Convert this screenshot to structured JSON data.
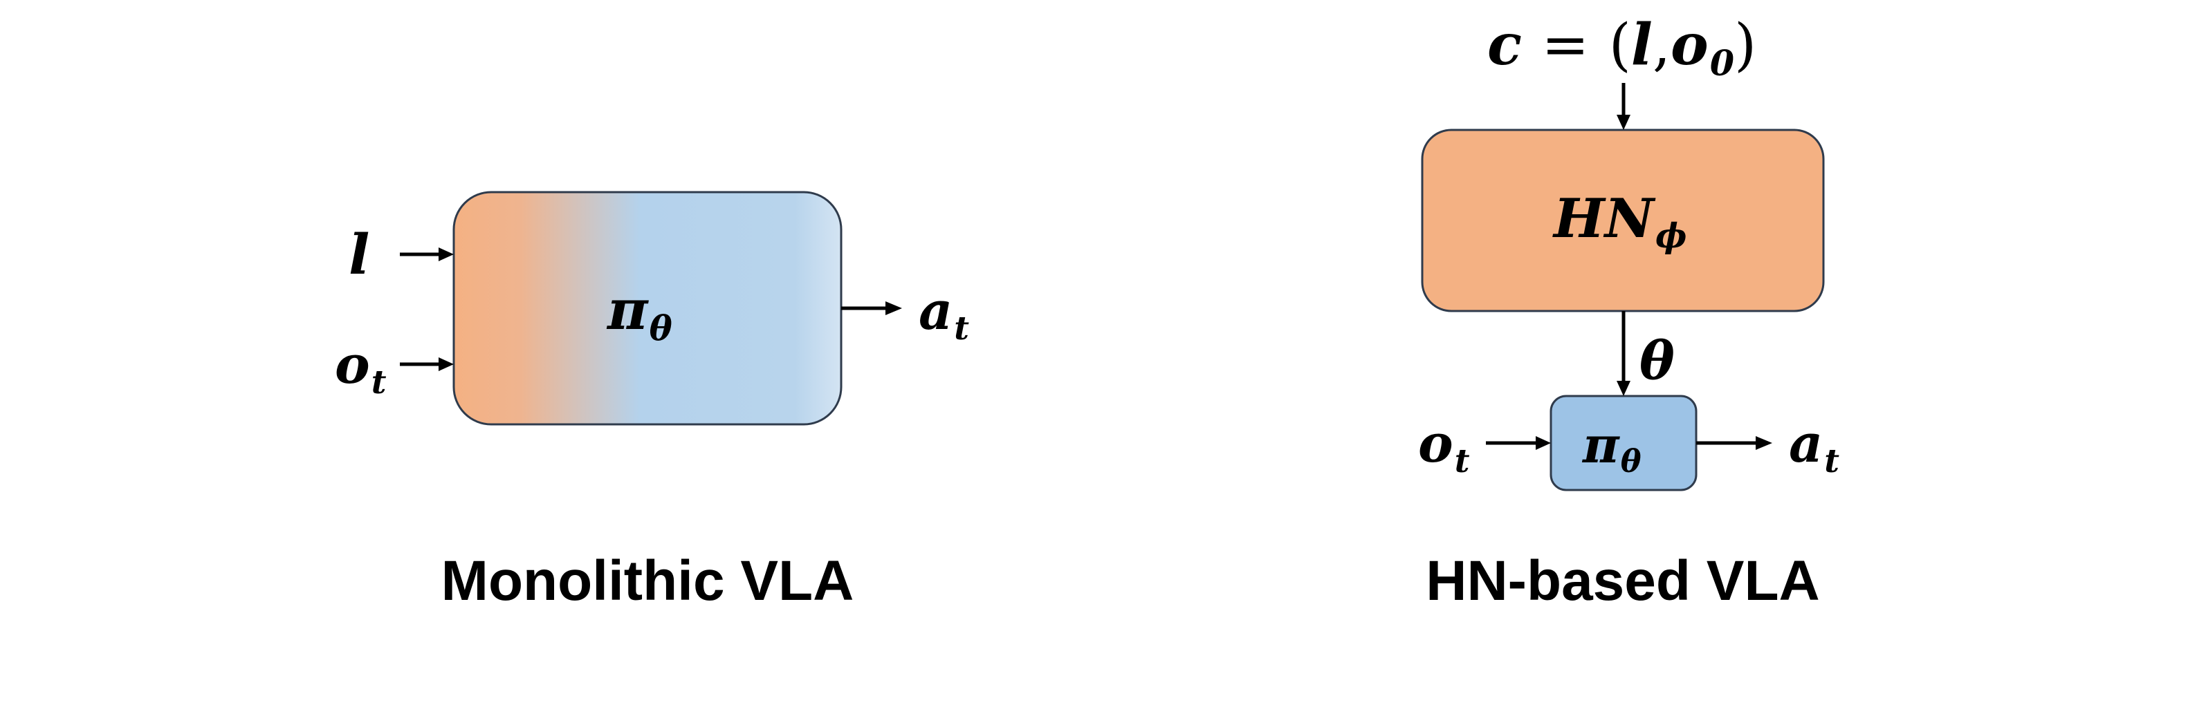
{
  "colors": {
    "hypernetwork_fill": "#F4B183",
    "policy_fill": "#9DC3E6",
    "gradient_start": "#F4B183",
    "gradient_end": "#BDD7EE",
    "gradient_mid": "#B4D2EC",
    "stroke": "#2F3B4C",
    "text": "#000000"
  },
  "monolithic": {
    "caption": "Monolithic VLA",
    "input_language": {
      "base": "l"
    },
    "input_observation": {
      "base": "o",
      "sub": "t"
    },
    "policy": {
      "base": "π",
      "sub": "θ"
    },
    "output_action": {
      "base": "a",
      "sub": "t"
    }
  },
  "hn_based": {
    "caption": "HN-based VLA",
    "context": {
      "lhs": "c",
      "eq": "=",
      "lparen": "(",
      "l": "l",
      "comma": ",",
      "o": "o",
      "o_sub": "0",
      "rparen": ")"
    },
    "hypernetwork": {
      "base": "HN",
      "sub": "ϕ"
    },
    "params": {
      "base": "θ"
    },
    "input_observation": {
      "base": "o",
      "sub": "t"
    },
    "policy": {
      "base": "π",
      "sub": "θ"
    },
    "output_action": {
      "base": "a",
      "sub": "t"
    }
  }
}
